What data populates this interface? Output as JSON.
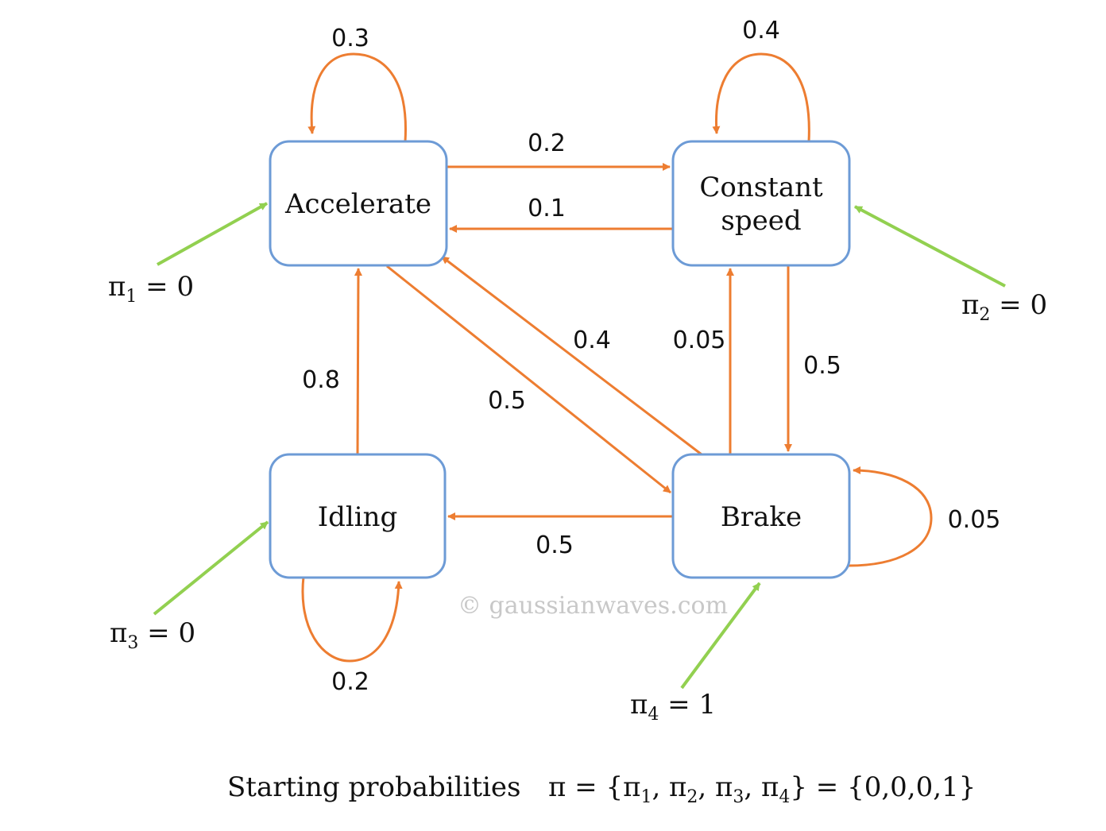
{
  "states": {
    "accelerate": "Accelerate",
    "constant_line1": "Constant",
    "constant_line2": "speed",
    "idling": "Idling",
    "brake": "Brake"
  },
  "transitions": {
    "accelerate_self": "0.3",
    "constant_self": "0.4",
    "accelerate_to_constant": "0.2",
    "constant_to_accelerate": "0.1",
    "idling_to_accelerate": "0.8",
    "accelerate_to_brake": "0.5",
    "brake_to_accelerate": "0.4",
    "brake_to_constant": "0.05",
    "constant_to_brake": "0.5",
    "brake_to_idling": "0.5",
    "brake_self": "0.05",
    "idling_self": "0.2"
  },
  "start_probabilities": {
    "pi1": {
      "symbol": "π",
      "sub": "1",
      "value": " = 0"
    },
    "pi2": {
      "symbol": "π",
      "sub": "2",
      "value": " = 0"
    },
    "pi3": {
      "symbol": "π",
      "sub": "3",
      "value": " = 0"
    },
    "pi4": {
      "symbol": "π",
      "sub": "4",
      "value": " = 1"
    }
  },
  "watermark": "© gaussianwaves.com",
  "footer": {
    "label": "Starting probabilities",
    "formula_prefix": "π = {π",
    "s1": "1",
    "sep1": ", π",
    "s2": "2",
    "sep2": ", π",
    "s3": "3",
    "sep3": ", π",
    "s4": "4",
    "formula_suffix": "} = {0,0,0,1}"
  },
  "colors": {
    "state_border": "#6d9bd6",
    "transition_arrow": "#ed7d31",
    "start_arrow": "#92d050"
  }
}
